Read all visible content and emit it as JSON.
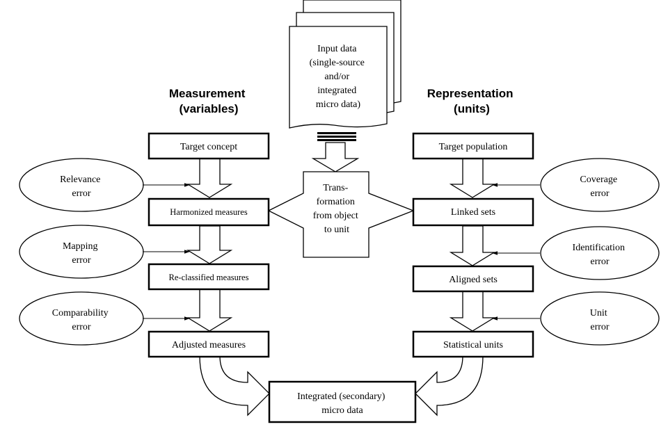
{
  "input_data": {
    "lines": [
      "Input data",
      "(single-source",
      "and/or",
      "integrated",
      "micro data)"
    ]
  },
  "headings": {
    "measurement": [
      "Measurement",
      "(variables)"
    ],
    "representation": [
      "Representation",
      "(units)"
    ]
  },
  "transformation": {
    "lines": [
      "Trans-",
      "formation",
      "from object",
      "to unit"
    ]
  },
  "left_boxes": {
    "target_concept": "Target concept",
    "harmonized": "Harmonized measures",
    "reclassified": "Re-classified measures",
    "adjusted": "Adjusted measures"
  },
  "right_boxes": {
    "target_population": "Target population",
    "linked": "Linked sets",
    "aligned": "Aligned sets",
    "statistical": "Statistical units"
  },
  "left_errors": {
    "relevance": [
      "Relevance",
      "error"
    ],
    "mapping": [
      "Mapping",
      "error"
    ],
    "comparability": [
      "Comparability",
      "error"
    ]
  },
  "right_errors": {
    "coverage": [
      "Coverage",
      "error"
    ],
    "identification": [
      "Identification",
      "error"
    ],
    "unit": [
      "Unit",
      "error"
    ]
  },
  "output": {
    "lines": [
      "Integrated (secondary)",
      "micro data"
    ]
  }
}
